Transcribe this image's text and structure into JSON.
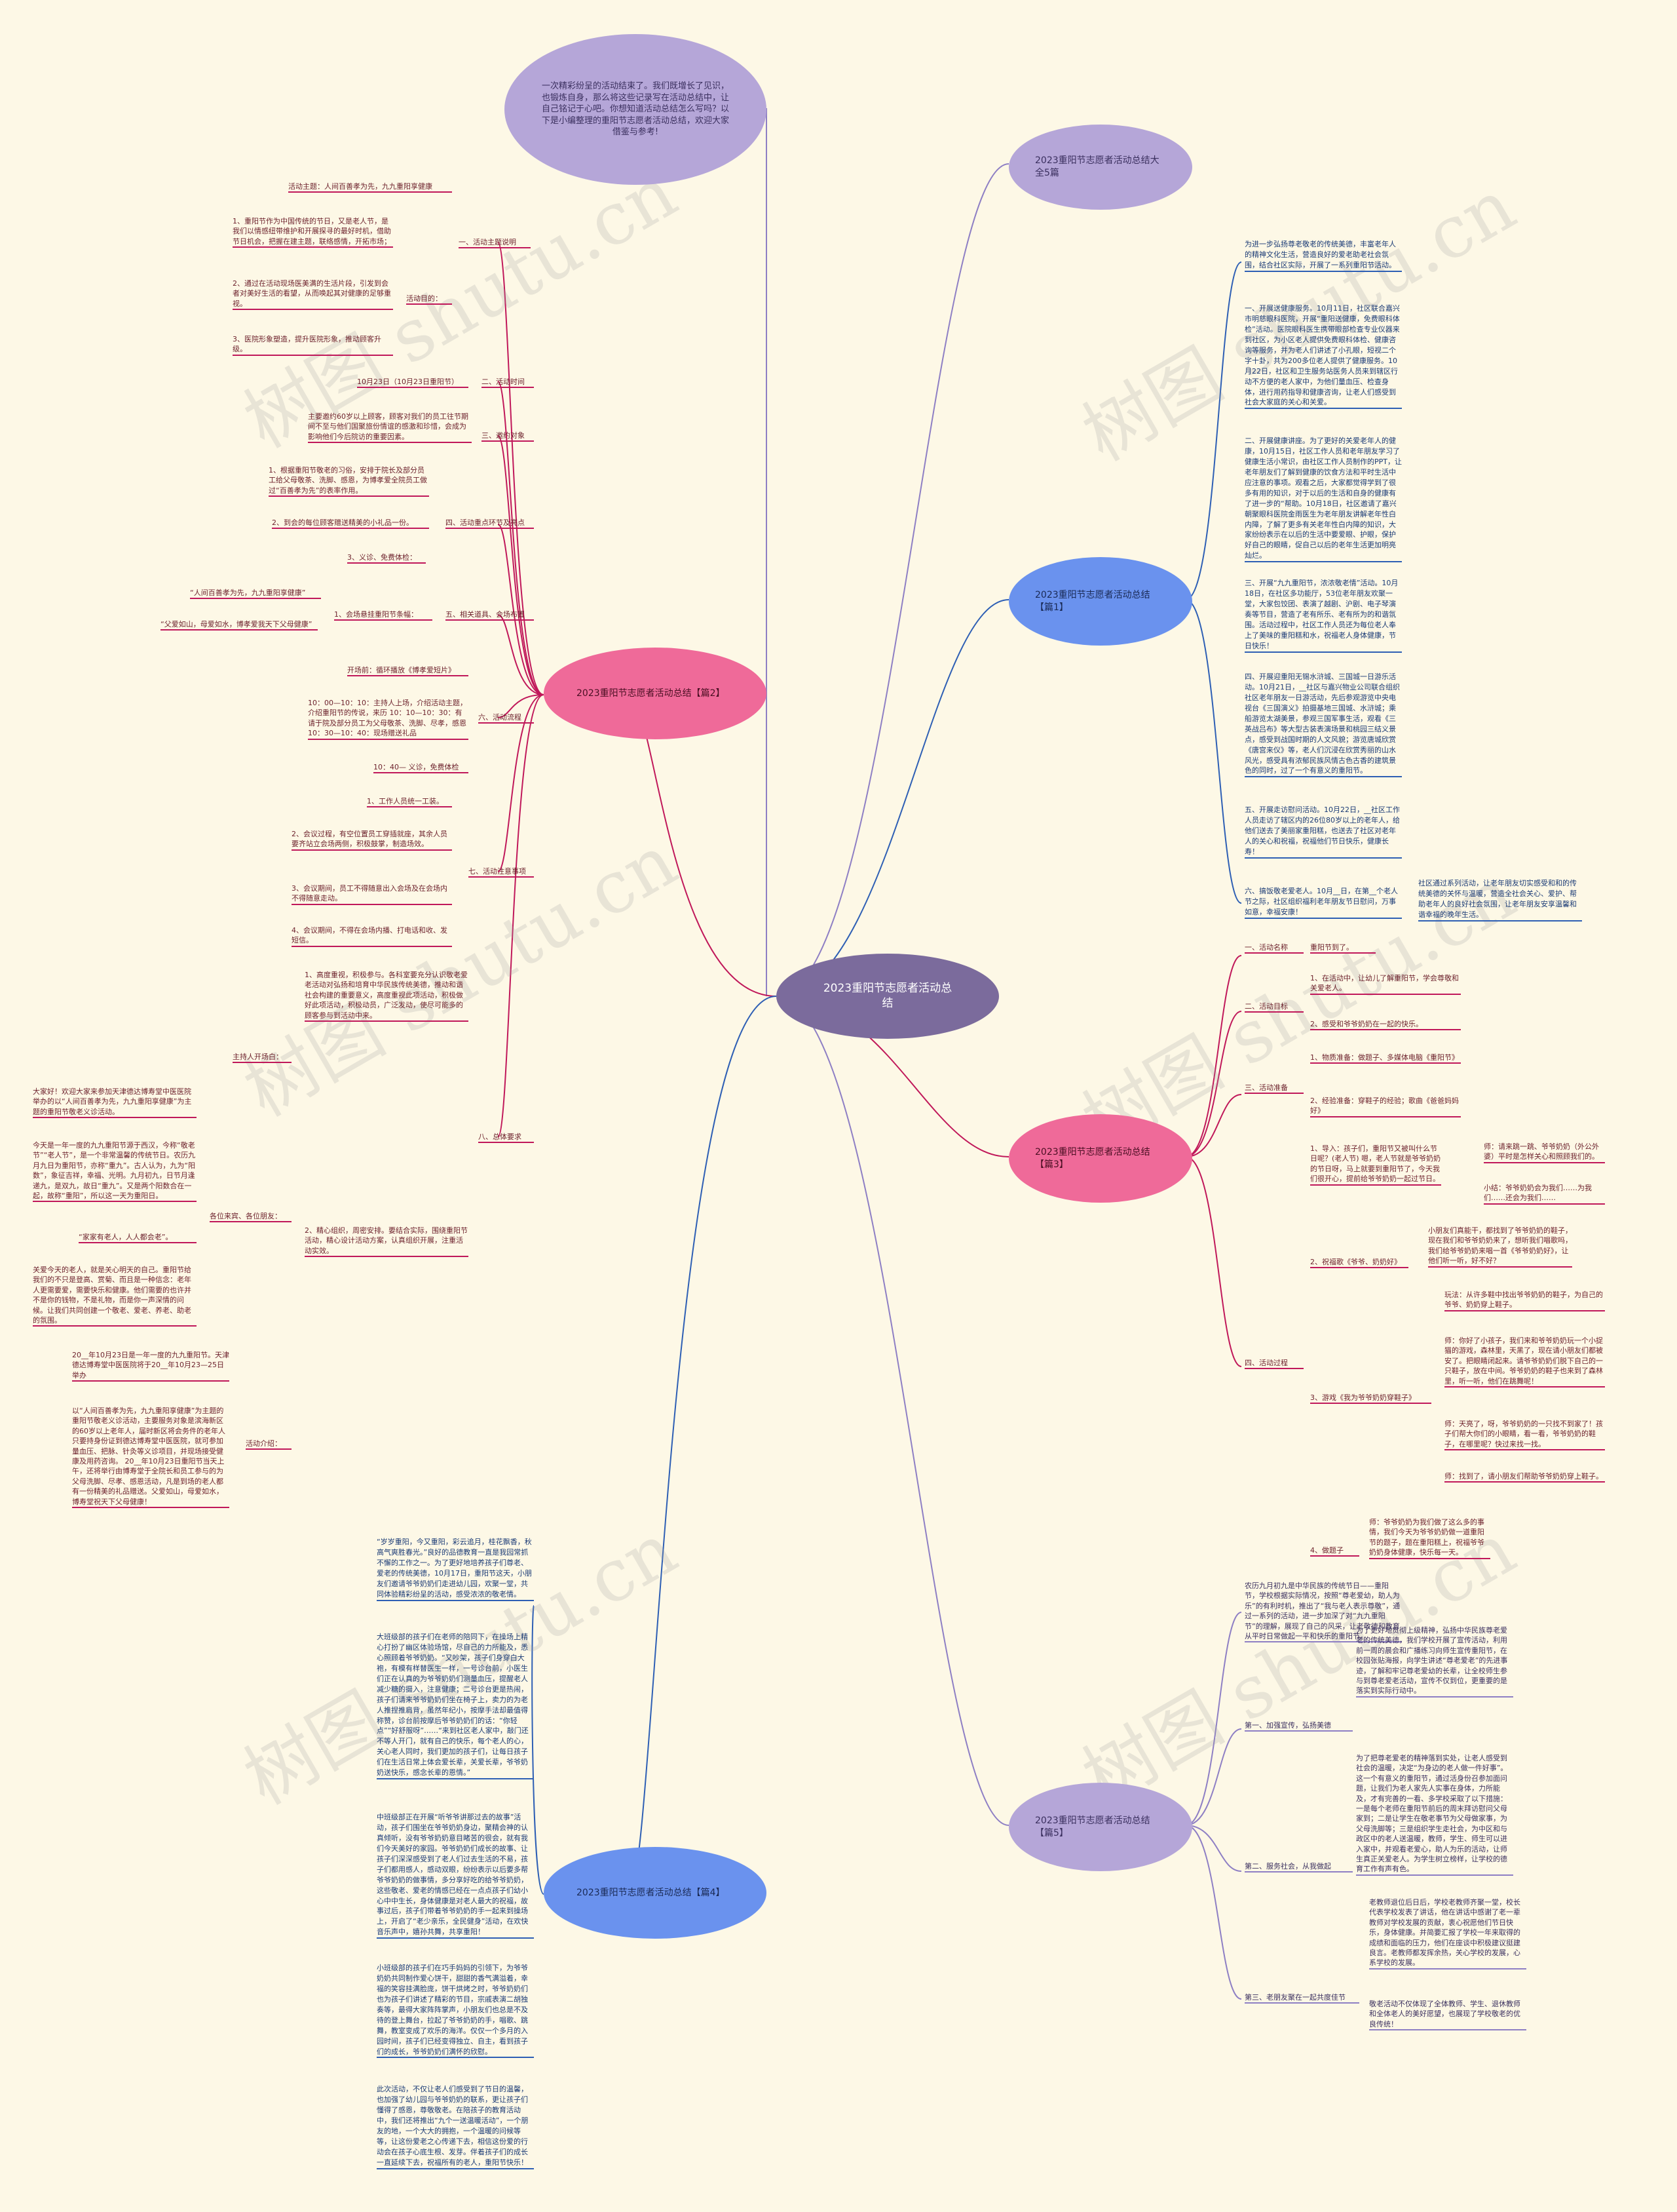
{
  "colors": {
    "left_branch": "#c0185a",
    "right_branch": "#2e5fb4",
    "center": "#7b6b9c",
    "intro": "#b5a6d8",
    "pink": "#ef6a99",
    "blue": "#6a92ee"
  },
  "center": {
    "title": "2023重阳节志愿者活动总结"
  },
  "intro": "一次精彩纷呈的活动结束了。我们既增长了见识，也锻炼自身，那么将这些记录写在活动总结中，让自己铭记于心吧。你想知道活动总结怎么写吗？以下是小编整理的重阳节志愿者活动总结，欢迎大家借鉴与参考!",
  "watermark": "树图 shutu.cn",
  "right": {
    "b1": {
      "title": "2023重阳节志愿者活动总结大全5篇"
    },
    "b2": {
      "title": "2023重阳节志愿者活动总结【篇1】",
      "items": [
        "为进一步弘扬尊老敬老的传统美德，丰富老年人的精神文化生活，营造良好的爱老助老社会氛围，结合社区实际，开展了一系列重阳节活动。",
        "一、开展送健康服务。10月11日，社区联合嘉兴市明慈眼科医院，开展“重阳送健康，免费眼科体检”活动。医院眼科医生携带眼部检查专业仪器来到社区，为小区老人提供免费眼科体检、健康咨询等服务，并为老人们讲述了小孔眼，短视二个字十卦，共为200多位老人提供了健康服务。10月22日，社区和卫生服务站医务人员来到辖区行动不方便的老人家中，为他们量血压、检查身体，进行用药指导和健康咨询，让老人们感受到社会大家庭的关心和关爱。",
        "二、开展健康讲座。为了更好的关爱老年人的健康，10月15日，社区工作人员和老年朋友学习了健康生活小常识，由社区工作人员制作的PPT，让老年朋友们了解到健康的饮食方法和平时生活中应注意的事项。观看之后，大家都觉得学到了很多有用的知识，对于以后的生活和自身的健康有了进一步的“帮助。10月18日，社区邀请了嘉兴朝聚眼科医院金雨医生为老年朋友讲解老年性白内障，了解了更多有关老年性白内障的知识，大家纷纷表示在以后的生活中要爱眼、护眼，保护好自己的眼睛，促自己以后的老年生活更加明亮灿烂。",
        "三、开展“九九重阳节，浓浓敬老情”活动。10月18日，在社区多功能厅，53位老年朋友欢聚一堂，大家包饺团、表演了越剧、沪剧、电子琴演奏等节目，营造了老有所乐、老有所为的和谐氛围。活动过程中，社区工作人员还为每位老人奉上了美味的重阳糕和水，祝福老人身体健康，节日快乐！",
        "四、开展迎重阳无锡水浒城、三国城一日游乐活动。10月21日，__社区与嘉兴物业公司联合组织社区老年朋友一日游活动，先后参观游览中央电视台《三国演义》拍摄基地三国城、水浒城；乘船游览太湖美景，参观三国军事生活，观看《三英战吕布》等大型古装表演场景和桃园三结义景点，感受到战国时期的人文风貌；游览唐城欣赏《唐宫来仪》等，老人们沉浸在欣赏秀丽的山水风光，感受具有浓郁民族风情古色古香的建筑景色的同时，过了一个有意义的重阳节。",
        "五、开展走访慰问活动。10月22日，__社区工作人员走访了辖区内的26位80岁以上的老年人，给他们送去了美丽家重阳糕，也送去了社区对老年人的关心和祝福，祝福他们节日快乐，健康长寿！",
        "六、搞饭敬老爱老人。10月__日，在第__个老人节之际，社区组织福利老年朋友节日慰问，万事如意，幸福安康！"
      ],
      "tail": "社区通过系列活动，让老年朋友切实感受和和的传统美德的关怀与温暖，营造全社会关心、爱护、帮助老年人的良好社会氛围，让老年朋友安享温馨和谐幸福的晚年生活。"
    },
    "b3": {
      "title": "2023重阳节志愿者活动总结【篇3】",
      "s1": {
        "label": "一、活动名称",
        "value": "重阳节到了。"
      },
      "s2": {
        "label": "二、活动目标",
        "items": [
          "1、在活动中，让幼儿了解重阳节，学会尊敬和关爱老人。",
          "2、感受和爷爷奶奶在一起的快乐。"
        ]
      },
      "s3": {
        "label": "三、活动准备",
        "items": [
          "1、物质准备：做题子、多媒体电脑《重阳节》",
          "2、经验准备：穿鞋子的经验；歌曲《爸爸妈妈好》"
        ]
      },
      "s4": {
        "label": "四、活动过程",
        "p1": "1、导入：孩子们，重阳节又被叫什么节日呢？(老人节) 嗯，老人节就是爷爷奶奶的节日呀，马上就要到重阳节了，今天我们很开心，提前给爷爷奶奶一起过节日。",
        "p1_a": "师：请来跳一跳、爷爷奶奶（外公外婆）平时是怎样关心和照顾我们的。",
        "p1_b": "小结：爷爷奶奶会为我们……为我们……还会为我们……",
        "p2": "2、祝福歌《爷爷、奶奶好》",
        "p2_a": "小朋友们真能干，都找到了爷爷奶奶的鞋子，现在我们和爷爷奶奶来了，想听我们唱歌吗，我们给爷爷奶奶来唱一首《爷爷奶奶好》，让他们听一听，好不好？",
        "p3": "3、游戏《我为爷爷奶奶穿鞋子》",
        "p3_a": "玩法：从许多鞋中找出爷爷奶奶的鞋子，为自己的爷爷、奶奶穿上鞋子。",
        "p3_b": "师：你好了小孩子，我们来和爷爷奶奶玩一个小捉猫的游戏，森林里，天黑了，现在请小朋友们都被安了。把眼睛闭起来。请爷爷奶奶们脱下自己的一只鞋子，放在中间。爷爷奶奶的鞋子也来到了森林里，听一听，他们在跳舞呢！",
        "p3_c": "师：天亮了，呀，爷爷奶奶的一只找不到家了！孩子们帮大你们的小眼睛，看一看，爷爷奶奶的鞋子，在哪里呢？快过来找一找。",
        "p3_d": "师：找到了，请小朋友们帮助爷爷奶奶穿上鞋子。",
        "p4": "4、做题子",
        "p4_a": "师：爷爷奶奶为我们做了这么多的事情，我们今天为爷爷奶奶做一道重阳节的题子，题在重阳糕上，祝福爷爷奶奶身体健康，快乐每一天。"
      }
    },
    "b4": {
      "title": "2023重阳节志愿者活动总结【篇5】",
      "intro": "农历九月初九是中华民族的传统节日——重阳节，学校根据实际情况，按照“尊老爱幼，助人为乐”的有利时机，推出了“我与老人表示尊敬”，通过一系列的活动，进一步加深了对“九九重阳节”的理解，展现了自己的风采，让老敬德和教育从平时日常做起一平和快乐的重阳节。",
      "s1": {
        "label": "第一、加强宣传，弘扬美德",
        "text": "为了更好地贯彻上级精神，弘扬中华民族尊老爱老的传统美德，我们学校开展了宣传活动，利用前一周的晨会和广播练习向师生宣传重阳节，在校园张贴海报，向学生讲述“尊老爱老”的先进事迹，了解和牢记尊老爱幼的长辈，让全校师生参与到尊老爱老活动，宣传不仅到位，更重要的是落实到实际行动中。"
      },
      "s2": {
        "label": "第二、服务社会，从我做起",
        "text": "为了把尊老爱老的精神落到实处，让老人感受到社会的温暖，决定“为身边的老人做一件好事”。这一个有意义的重阳节，通过活身份召参加面问题，让我们为老人家先人实事在身体，力所能及，才有完善的一看、多学校采取了以下措施：一是每个老师在重阳节前后的周末拜访慰问父母家到；二是让学生在敬老事节为父母做家事，为父母洗脚等；三是组织学生走社会，为中区和与政区中的老人送温暖，教师，学生、师生可以进入家中，并观看老爱心，助人为乐的活动，让师生真正关爱老人。为学生树立榜样，让学校的德育工作有声有色。"
      },
      "s3": {
        "label": "第三、老朋友聚在一起共度佳节",
        "text_a": "老教师退位后日后，学校老教师齐聚一堂，校长代表学校发表了讲话，他在讲话中感谢了老一辈教师对学校发展的贡献，衷心祝愿他们节日快乐，身体健康。并简要汇报了学校一年来取得的成绩和面临的压力，他们在座谈中积极建议挺建良言。老教师都发挥余热，关心学校的发展，心系学校的发展。",
        "text_b": "敬老活动不仅体现了全体教师、学生、退休教师和全体老人的美好愿望，也展现了学校敬老的优良传统！"
      }
    }
  },
  "left": {
    "b2": {
      "title": "2023重阳节志愿者活动总结【篇2】",
      "s1": {
        "label": "一、活动主题说明",
        "theme": "活动主题：人间百善孝为先，九九重阳享健康",
        "purpose_label": "活动目的：",
        "purposes": [
          "1、重阳节作为中国传统的节日，又是老人节，是我们以情感纽带维护和开展探寻的最好时机，借助节日机会，把握在建主题，联络感情，开拓市场；",
          "2、通过在活动现场医美满的生活片段，引发到会者对美好生活的看望，从而唤起其对健康的足够重视。",
          "3、医院形象塑造，提升医院形象，推动顾客升级。"
        ]
      },
      "s2": {
        "label": "二、活动时间",
        "value": "10月23日（10月23日重阳节）"
      },
      "s3": {
        "label": "三、邀约对象",
        "value": "主要邀约60岁以上顾客，顾客对我们的员工往节期间不至与他们国聚旅份情谊的感激和珍惜，会成为影响他们今后院访的重要因素。"
      },
      "s4": {
        "label": "四、活动重点环节及亮点",
        "items": [
          "1、根据重阳节敬老的习俗，安排于院长及部分员工给父母敬茶、洗脚、感恩，为博孝爱全院员工做过“百善孝为先”的表率作用。",
          "2、到会的每位顾客赠送精美的小礼品一份。",
          "3、义诊、免费体检："
        ]
      },
      "s5": {
        "label": "五、相关道具、会场布置",
        "banner_label": "1、会场悬挂重阳节条幅：",
        "banners": [
          "“人间百善孝为先，九九重阳享健康”",
          "“父爱如山，母爱如水，博孝爱我天下父母健康”"
        ]
      },
      "s6": {
        "label": "六、活动流程",
        "items": [
          "开场前：循环播放《博孝爱短片》",
          "10：00—10：10：主持人上场，介绍活动主题，介绍重阳节的传说，来历 10：10—10：30：有请于院及部分员工为父母敬茶、洗脚、尽孝，感恩 10：30—10：40：现场赠送礼品",
          "10：40— 义诊，免费体检"
        ]
      },
      "s7": {
        "label": "七、活动注意事项",
        "items": [
          "1、工作人员统一工装。",
          "2、会议过程，有空位置员工穿插就座，其余人员要齐站立会场两侧，积极鼓掌，制造场效。",
          "3、会议期间，员工不得随意出入会场及在会场内不得随意走动。",
          "4、会议期间，不得在会场内播、打电话和收、发短信。"
        ]
      },
      "s8": {
        "label": "八、总体要求",
        "r1": "1、高度重视，积极参与。各科室要充分认识敬老爱老活动对弘扬和培育中华民族传统美德，推动和谐社会构建的重要意义，高度重视此项活动，积极做好此项活动，积极动员，广泛发动，使尽可能多的顾客参与到活动中来。",
        "r2": "2、精心组织，周密安排。要结合实际，围绕重阳节活动，精心设计活动方案，认真组织开展，注重活动实效。",
        "host_label": "主持人开场白：",
        "host_text": "大家好！欢迎大家来参加天津德达博寿堂中医医院举办的以“人间百善孝为先，九九重阳享健康”为主题的重阳节敬老义诊活动。",
        "guests_label": "各位来宾、各位朋友：",
        "guests_a": "今天是一年一度的九九重阳节源于西汉，今称“敬老节”“老人节”，是一个非常温馨的传统节日。农历九月九日为重阳节，亦称“重九”。古人认为，九为“阳数”，象征吉祥，幸福、光明。九月初九，日节月逢递九，是双九，故日“重九”。又是两个阳数合在一起，故称“重阳”，所以这一天为重阳日。",
        "guests_b": "“家家有老人，人人都会老”。",
        "guests_c": "关爱今天的老人，就是关心明天的自己。重阳节给我们的不只是登高、赏菊、而且是一种信念：老年人更需要爱，需要快乐和健康。他们需要的也许并不是你的钱物，不是礼物，而是你一声深情的问候。让我们共同创建一个敬老、爱老、养老、助老的氛围。",
        "intro_label": "活动介绍：",
        "intro_a": "20__年10月23日是一年一度的九九重阳节。天津德达博寿堂中医医院将于20__年10月23—25日举办",
        "intro_b": "以“人间百善孝为先，九九重阳享健康”为主题的重阳节敬老义诊活动，主要服务对象是滨海新区的60岁以上老年人，届时新区将会务件的老年人只要持身份证到德达博寿堂中医医院，就可参加量血压、把脉、针灸等义诊项目，并现场接受健康及用药咨询。 20__年10月23日重阳节当天上午，还将举行由博寿堂于全院长和员工参与的为父母洗脚、尽孝、感恩活动，凡是到场的老人都有一份精美的礼品赠送。父爱如山，母爱如水，博寿堂祝天下父母健康！"
      }
    },
    "b4": {
      "title": "2023重阳节志愿者活动总结【篇4】",
      "texts": [
        "“岁岁重阳，今又重阳，彩云追月，桂花飘香，秋高气爽胜春光。”良好的品德教育一直是我园常抓不懈的工作之一。为了更好地培养孩子们尊老、爱老的传统美德，10月17日，重阳节这天，小朋友们邀请爷爷奶奶们走进幼儿园，欢聚一堂，共同体验精彩纷呈的活动，感受浓浓的敬老情。",
        "大班级部的孩子们在老师的陪同下，在操场上精心打扮了幽区体验场馆，尽自己的力所能及，悉心照顾着爷爷奶奶。“又吵架，孩子们身穿白大袍，有模有样替医生一样，一号诊台前，小医生们正在认真的为爷爷奶奶们测量血压，提醒老人减少糖的摄入，注意健康；二号诊台更是热闹，孩子们请来爷爷奶奶们坐在椅子上，卖力的为老人推捏推肩背，虽然年纪小，按摩手法却最值得称赞，诊台前按摩后爷爷奶奶们的话：“你轻点”“好舒服呀”……“来到社区老人家中，敲门还不等人开门，就有自己的快乐，每个老人的心，关心老人同时，我们更加的孩子们，让每日孩子们在生活日常上体会爱长辈，关爱长辈，爷爷奶奶送快乐，感念长辈的恩情。”",
        "中班级部正在开展“听爷爷讲那过去的故事”活动，孩子们围坐在爷爷奶奶身边，聚精会神的认真倾听，没有爷爷奶奶意目睹苦的很会，就有我们今天美好的家园。爷爷奶奶们成长的故事、让孩子们深深感受到了老人们过去生活的不易，孩子们都用感人，感动双眼，纷纷表示以后要多帮爷爷奶奶的做事情，多分享好吃的给爷爷奶奶，这些敬老、爱老的情感已经在一点点孩子们幼小心中中生长，身体健康是对老人最大的祝福，故事过后，孩子们带着爷爷奶奶的手一起来到操场上，开启了“老少亲乐，全民健身”活动，在欢快音乐声中，嬉孙共舞，共享重阳！",
        "小班级部的孩子们在巧手妈妈的引领下，为爷爷奶奶共同制作爱心饼干，甜甜的香气满溢着，幸福的笑容挂满脸庞，饼干烘烤之时，爷爷奶奶们也为孩子们讲述了精彩的节目，宗戚表演二胡独奏等，最得大家阵阵掌声，小朋友们也总是不及待的登上舞台，拉起了爷爷奶奶的手，唱歌、跳舞，教室变成了欢乐的海洋。仅仅一个多月的入园时间，孩子们已经变得独立、自主，看到孩子们的成长，爷爷奶奶们满怀的欣慰。",
        "此次活动，不仅让老人们感受到了节日的温馨，也加强了幼儿园与爷爷奶奶的联系，更让孩子们懂得了感恩，尊敬敬老。在陪孩子的教育活动中，我们还将推出“九个一送温暖活动”，一个朋友的地，一个大大的拥抱，一个温暖的问候等等，让这份爱老之心传递下去，相信这份爱的行动会在孩子心底生根、发芽。伴着孩子们的成长一直延续下去，祝福所有的老人，重阳节快乐！"
      ]
    }
  }
}
